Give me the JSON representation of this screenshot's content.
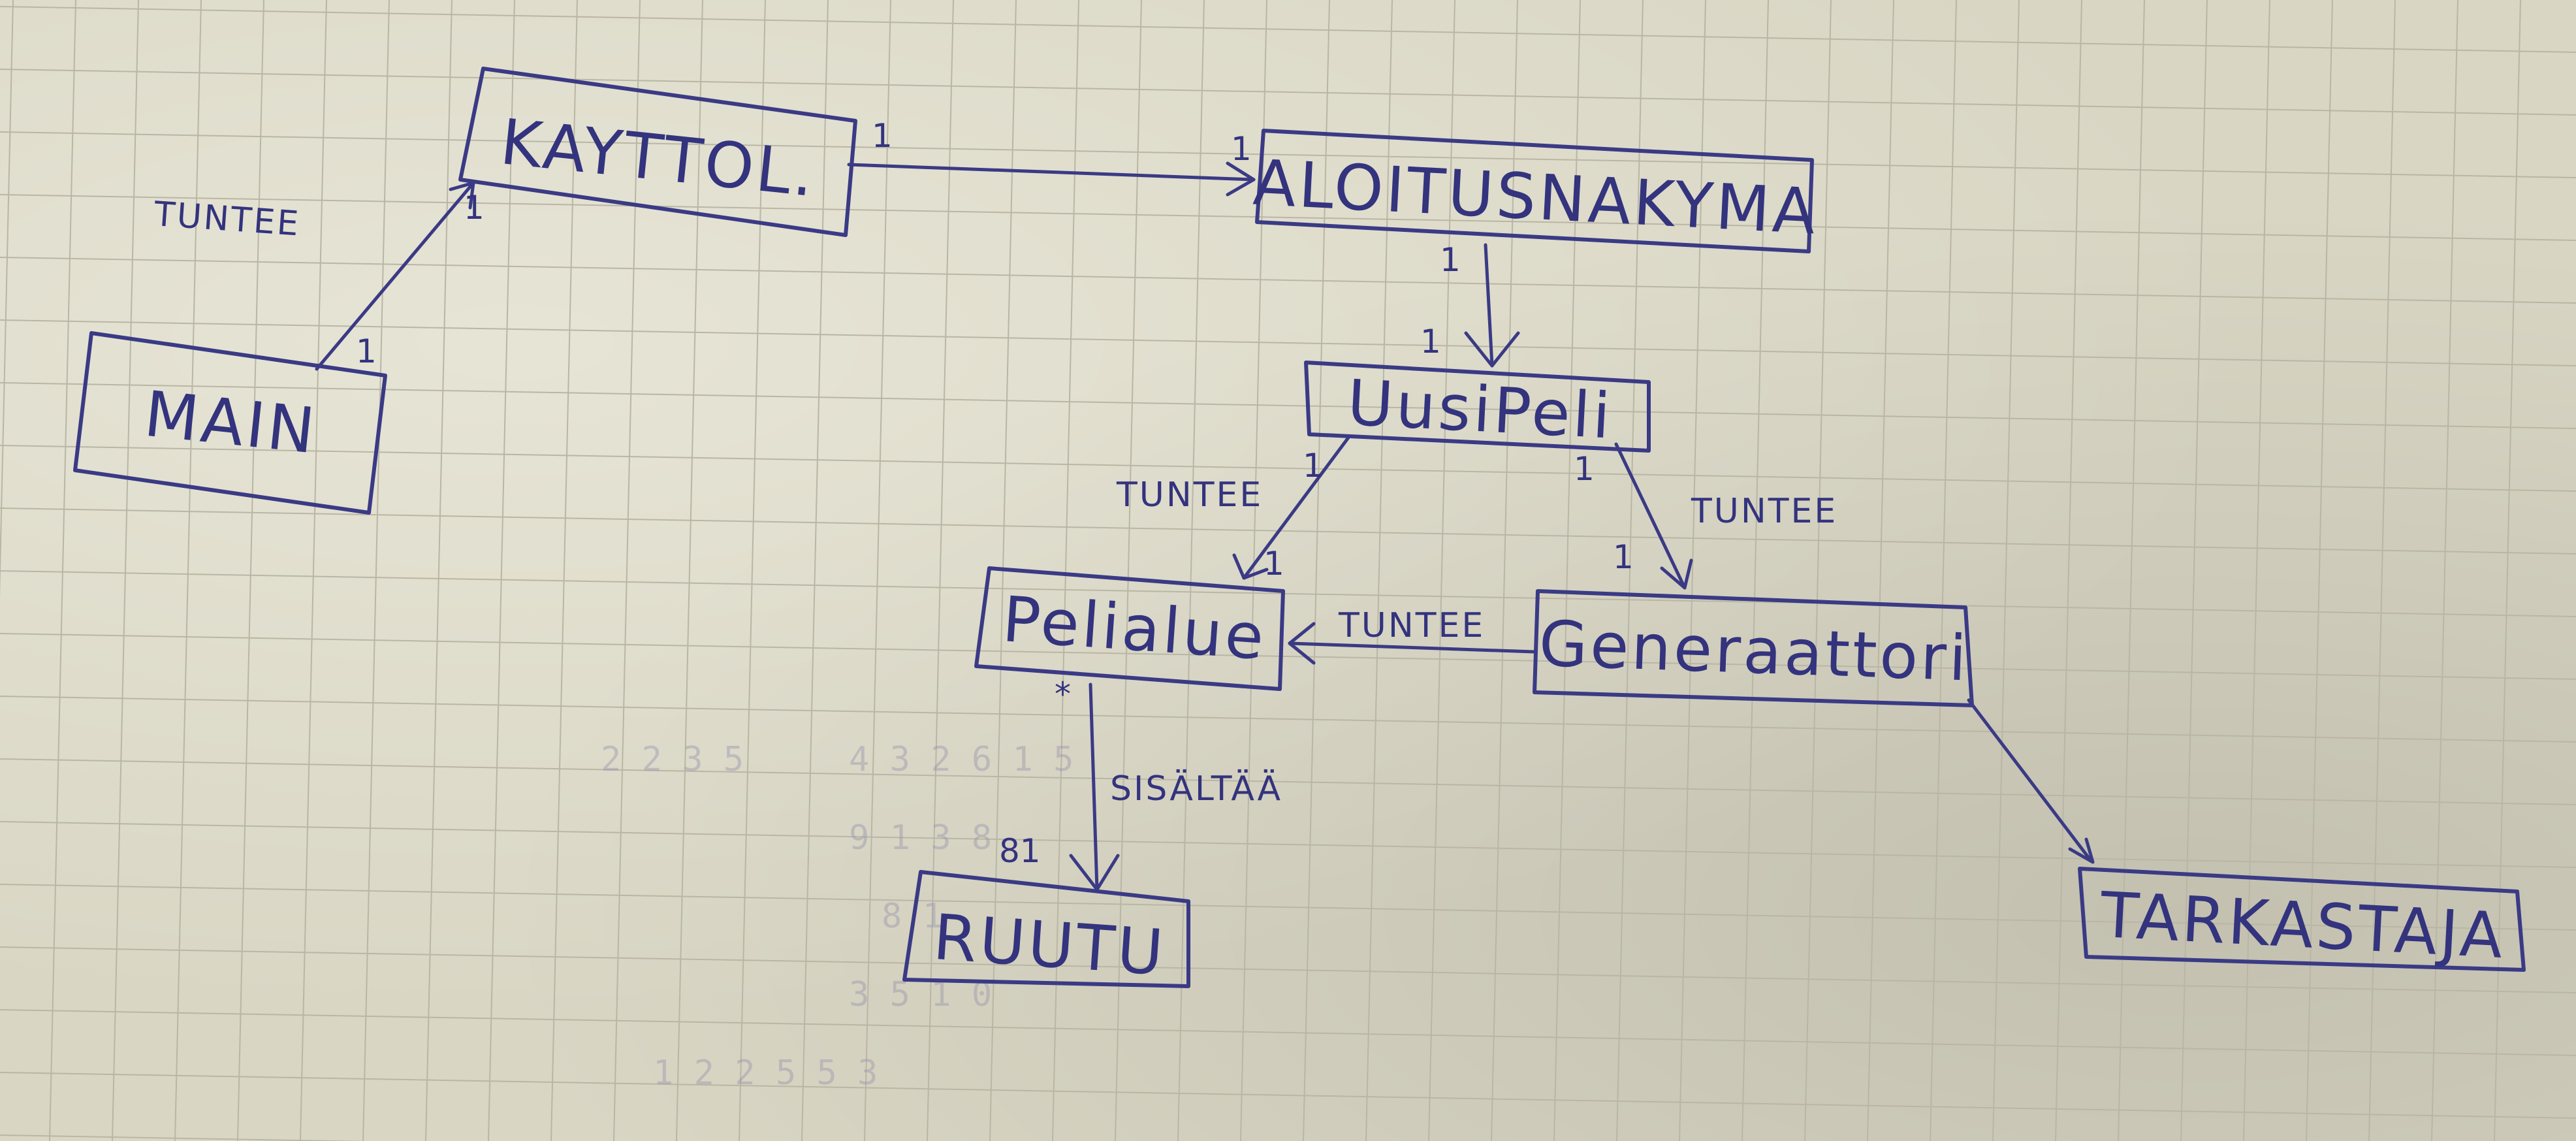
{
  "diagram": {
    "nodes": [
      {
        "id": "main",
        "label": "MAIN"
      },
      {
        "id": "kayttol",
        "label": "KAYTTOL."
      },
      {
        "id": "aloitusnakyma",
        "label": "ALOITUSNAKYMA"
      },
      {
        "id": "uusipeli",
        "label": "UusiPeli"
      },
      {
        "id": "pelialue",
        "label": "Pelialue"
      },
      {
        "id": "generaattori",
        "label": "Generaattori"
      },
      {
        "id": "ruutu",
        "label": "RUUTU"
      },
      {
        "id": "tarkastaja",
        "label": "TARKASTAJA"
      }
    ],
    "edges": [
      {
        "id": "main-kayttol",
        "from": "main",
        "to": "kayttol",
        "label": "TUNTEE",
        "from_mult": "1",
        "to_mult": "1"
      },
      {
        "id": "kayttol-aloitus",
        "from": "kayttol",
        "to": "aloitusnakyma",
        "label": "",
        "from_mult": "1",
        "to_mult": "1"
      },
      {
        "id": "aloitus-uusipeli",
        "from": "aloitusnakyma",
        "to": "uusipeli",
        "label": "",
        "from_mult": "1",
        "to_mult": "1"
      },
      {
        "id": "uusipeli-pelialue",
        "from": "uusipeli",
        "to": "pelialue",
        "label": "TUNTEE",
        "from_mult": "1",
        "to_mult": "1"
      },
      {
        "id": "uusipeli-generaattori",
        "from": "uusipeli",
        "to": "generaattori",
        "label": "TUNTEE",
        "from_mult": "1",
        "to_mult": "1"
      },
      {
        "id": "generaattori-pelialue",
        "from": "generaattori",
        "to": "pelialue",
        "label": "TUNTEE",
        "from_mult": "",
        "to_mult": ""
      },
      {
        "id": "pelialue-ruutu",
        "from": "pelialue",
        "to": "ruutu",
        "label": "SISÄLTÄÄ",
        "from_mult": "*",
        "to_mult": "81"
      },
      {
        "id": "generaattori-tarkastaja",
        "from": "generaattori",
        "to": "tarkastaja",
        "label": "",
        "from_mult": "",
        "to_mult": ""
      }
    ],
    "colors": {
      "ink": "#3a3a85",
      "paper": "#d9d6c4",
      "grid": "#b9b6a4"
    }
  }
}
